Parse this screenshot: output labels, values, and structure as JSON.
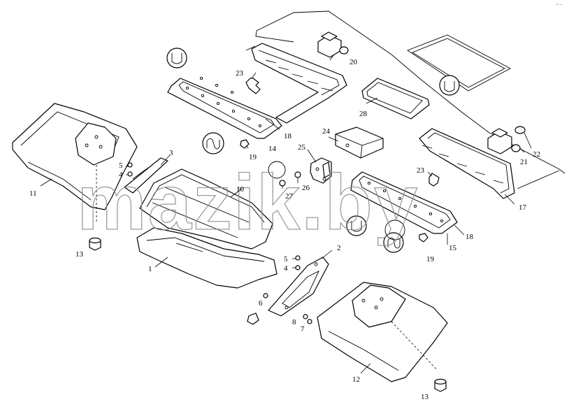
{
  "watermark": "mazik.by",
  "corner_mark": "°⁻ ⁼",
  "callouts": [
    "1",
    "2",
    "3",
    "4",
    "5",
    "6",
    "7",
    "8",
    "10",
    "11",
    "12",
    "13",
    "14",
    "15",
    "17",
    "18",
    "19",
    "20",
    "21",
    "22",
    "23",
    "24",
    "25",
    "26",
    "27",
    "28"
  ],
  "labels": {
    "c1": "1",
    "c2": "2",
    "c3": "3",
    "c4a": "4",
    "c4b": "4",
    "c5a": "5",
    "c5b": "5",
    "c6": "6",
    "c7": "7",
    "c8": "8",
    "c10": "10",
    "c11": "11",
    "c12": "12",
    "c13a": "13",
    "c13b": "13",
    "c14": "14",
    "c15": "15",
    "c17": "17",
    "c18a": "18",
    "c18b": "18",
    "c19a": "19",
    "c19b": "19",
    "c20": "20",
    "c21": "21",
    "c22": "22",
    "c23a": "23",
    "c23b": "23",
    "c24": "24",
    "c25": "25",
    "c26": "26",
    "c27": "27",
    "c28": "28"
  }
}
